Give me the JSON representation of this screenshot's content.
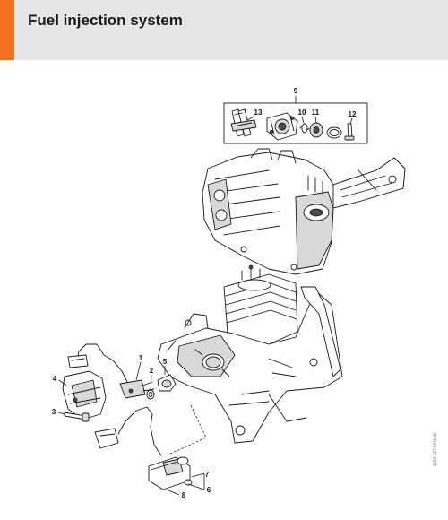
{
  "page": {
    "title": "Fuel injection system",
    "doc_code": "4259-GET-0615-A0"
  },
  "callouts": [
    "9",
    "13",
    "10",
    "11",
    "12",
    "1",
    "2",
    "5",
    "4",
    "3",
    "7",
    "6",
    "8"
  ],
  "colors": {
    "header_bg": "#e6e6e6",
    "accent": "#f37021",
    "line": "#1a1a1a"
  }
}
